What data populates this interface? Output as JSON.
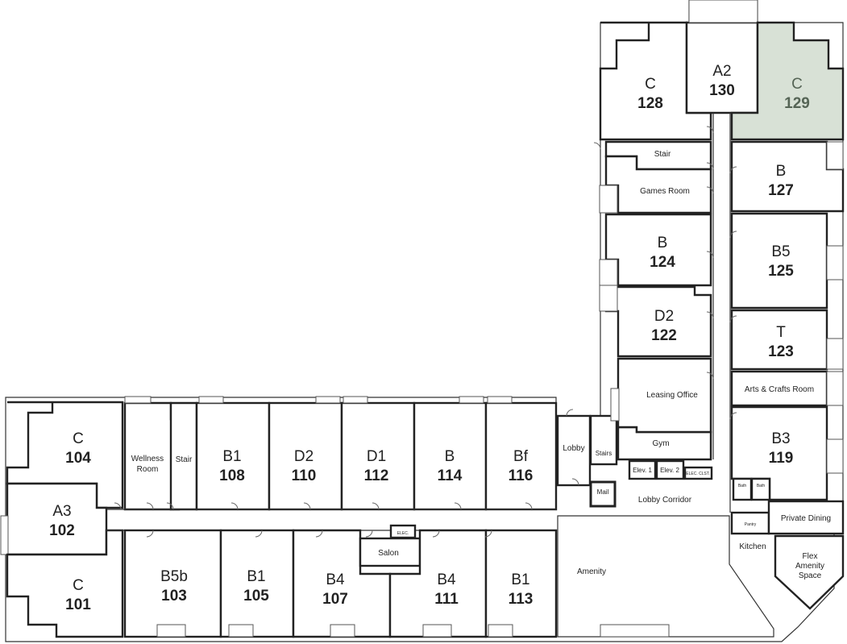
{
  "units": [
    {
      "id": "u104",
      "type": "C",
      "number": "104"
    },
    {
      "id": "u102",
      "type": "A3",
      "number": "102"
    },
    {
      "id": "u101",
      "type": "C",
      "number": "101"
    },
    {
      "id": "u108",
      "type": "B1",
      "number": "108"
    },
    {
      "id": "u110",
      "type": "D2",
      "number": "110"
    },
    {
      "id": "u112",
      "type": "D1",
      "number": "112"
    },
    {
      "id": "u114",
      "type": "B",
      "number": "114"
    },
    {
      "id": "u116",
      "type": "Bf",
      "number": "116"
    },
    {
      "id": "u103",
      "type": "B5b",
      "number": "103"
    },
    {
      "id": "u105",
      "type": "B1",
      "number": "105"
    },
    {
      "id": "u107",
      "type": "B4",
      "number": "107"
    },
    {
      "id": "u111",
      "type": "B4",
      "number": "111"
    },
    {
      "id": "u113",
      "type": "B1",
      "number": "113"
    },
    {
      "id": "u128",
      "type": "C",
      "number": "128"
    },
    {
      "id": "u130",
      "type": "A2",
      "number": "130"
    },
    {
      "id": "u129",
      "type": "C",
      "number": "129",
      "highlighted": true
    },
    {
      "id": "u127",
      "type": "B",
      "number": "127"
    },
    {
      "id": "u124",
      "type": "B",
      "number": "124"
    },
    {
      "id": "u125",
      "type": "B5",
      "number": "125"
    },
    {
      "id": "u122",
      "type": "D2",
      "number": "122"
    },
    {
      "id": "u123",
      "type": "T",
      "number": "123"
    },
    {
      "id": "u119",
      "type": "B3",
      "number": "119"
    }
  ],
  "rooms": {
    "wellness": "Wellness Room",
    "stair_west": "Stair",
    "stair_north": "Stair",
    "games": "Games Room",
    "leasing": "Leasing Office",
    "lobby": "Lobby",
    "stairs_lobby": "Stairs",
    "gym": "Gym",
    "elev1": "Elev. 1",
    "elev2": "Elev. 2",
    "elec_clst": "ELEC. CLST.",
    "mail": "Mail",
    "lobby_corridor": "Lobby Corridor",
    "arts_crafts": "Arts & Crafts Room",
    "bath1": "Bath",
    "bath2": "Bath",
    "pantry": "Pantry",
    "private_dining": "Private Dining",
    "kitchen": "Kitchen",
    "flex_amenity": "Flex Amenity Space",
    "salon": "Salon",
    "elec_small": "ELEC.",
    "amenity": "Amenity"
  },
  "colors": {
    "highlight_fill": "#d8e1d6",
    "wall": "#222222",
    "highlight_text": "#556455"
  }
}
